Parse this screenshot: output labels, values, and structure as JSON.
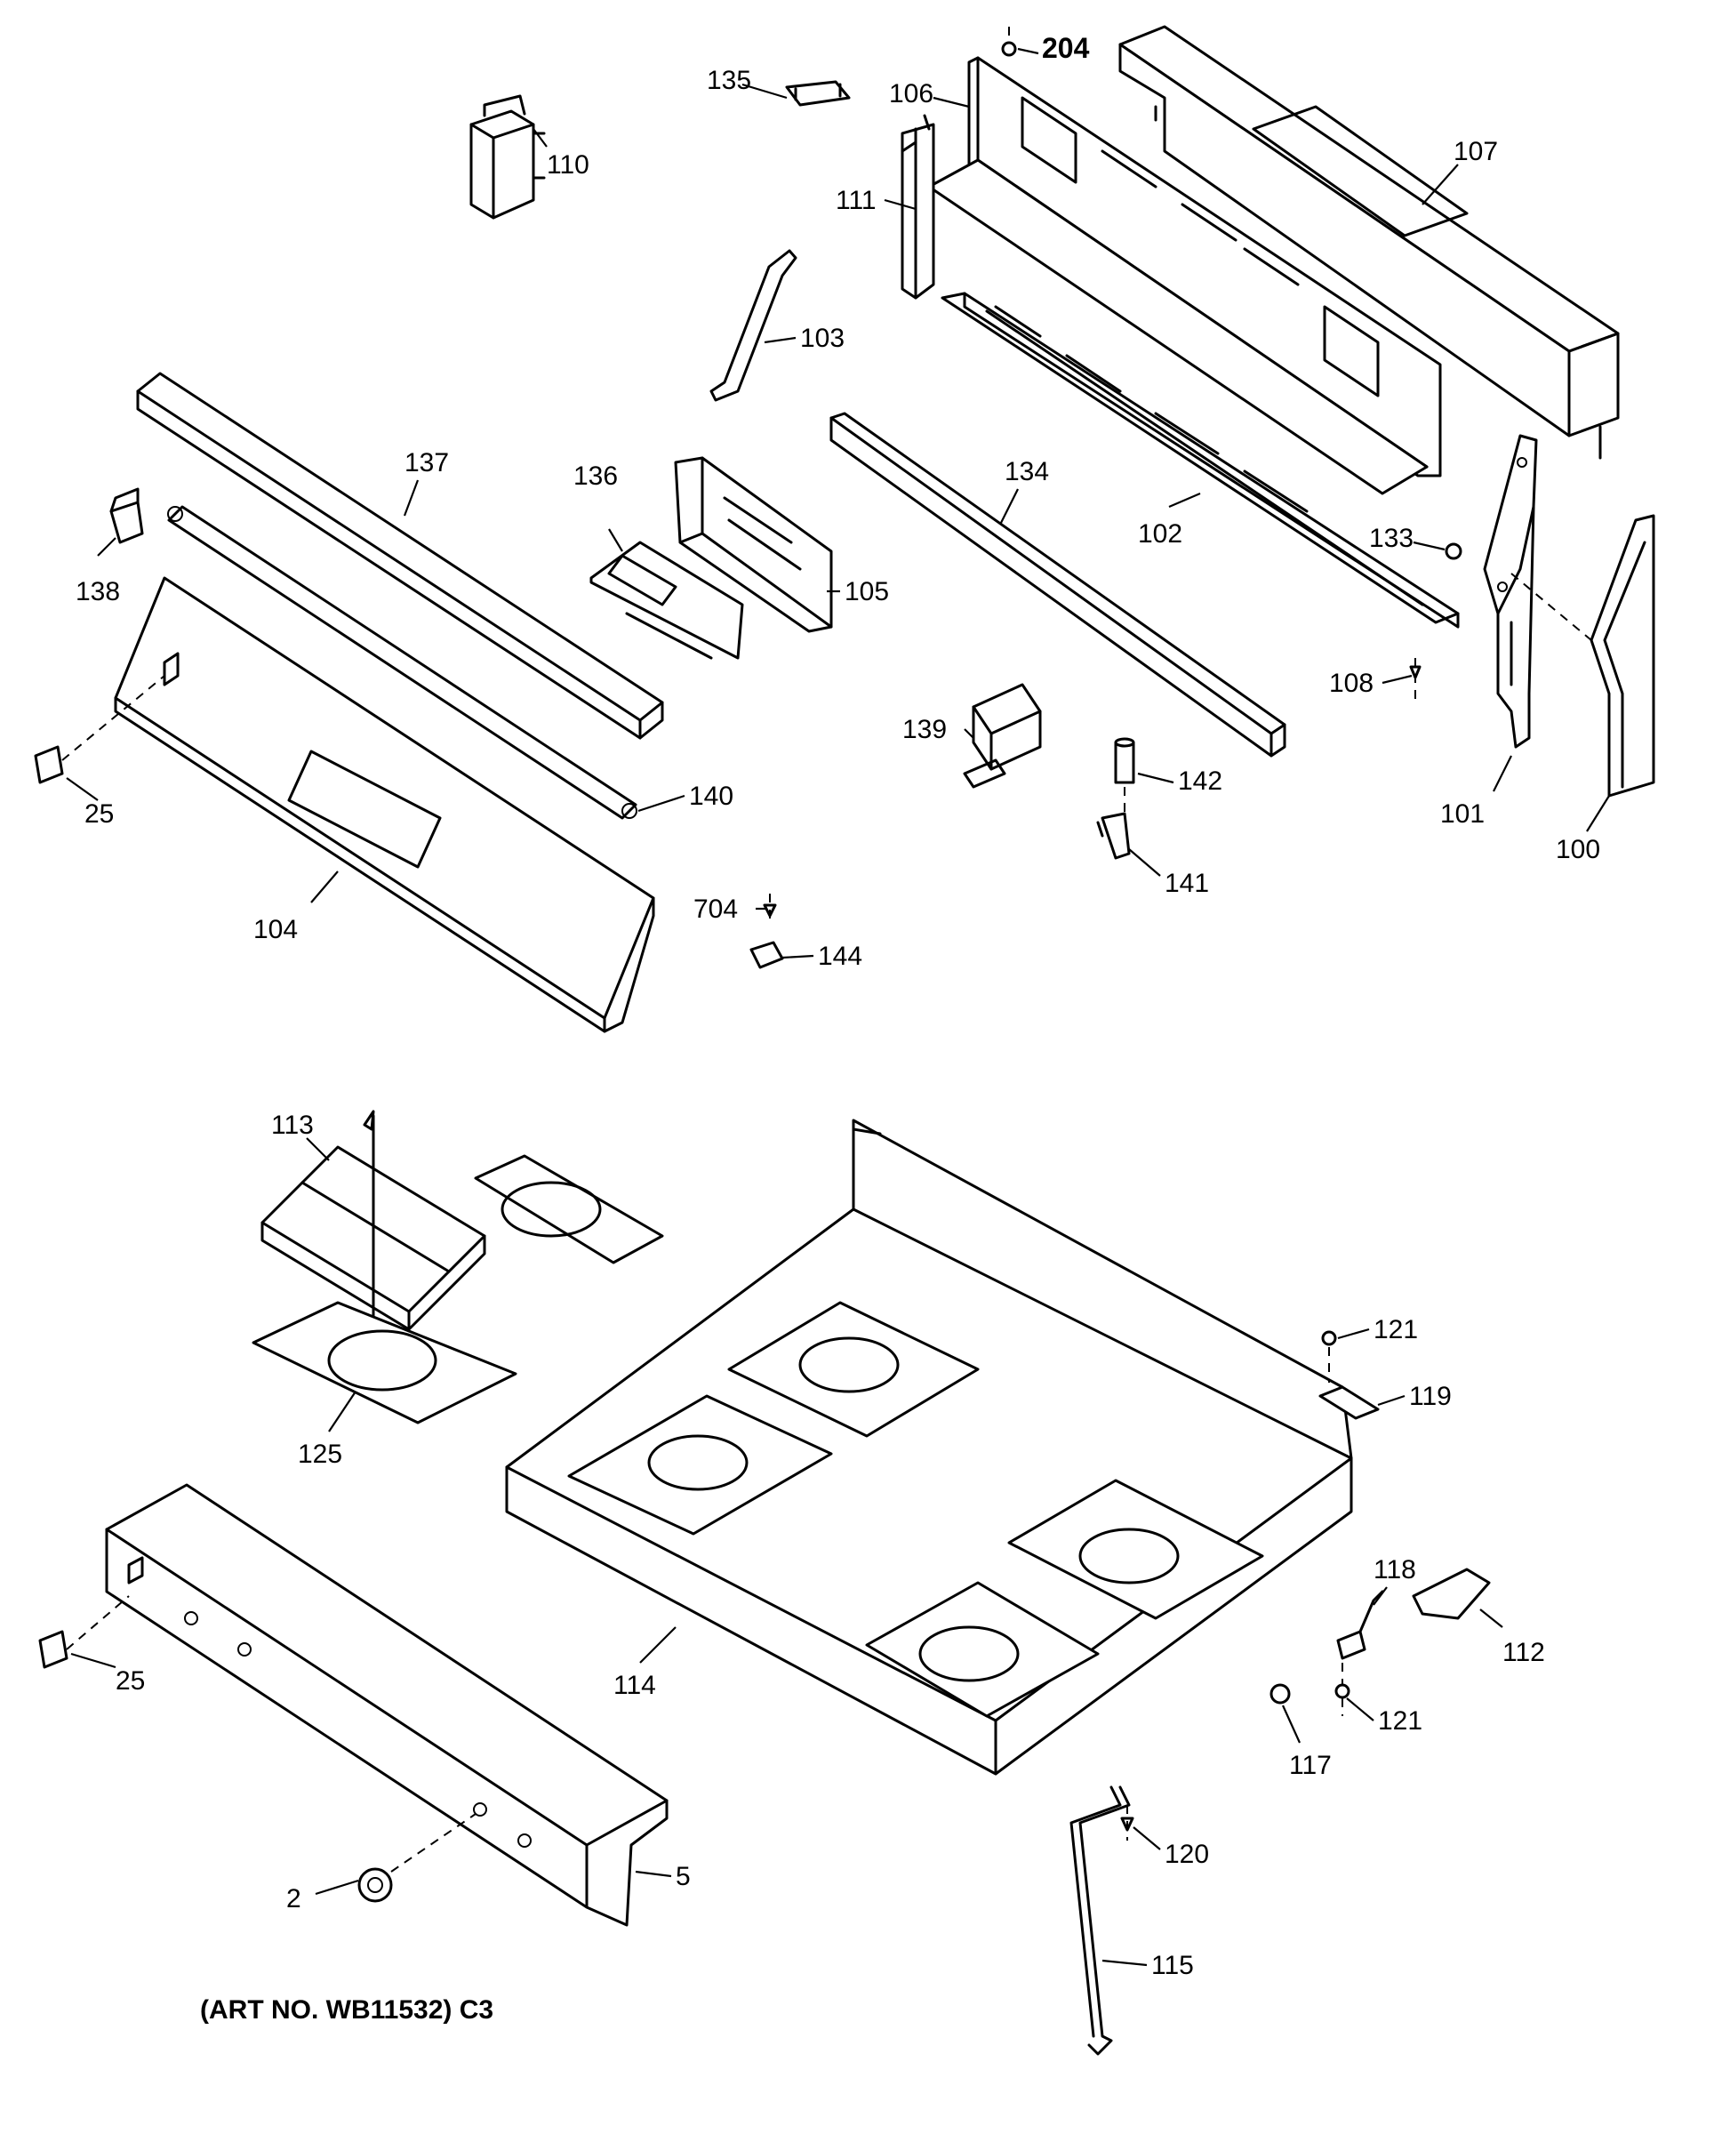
{
  "callouts": {
    "c204": "204",
    "c135": "135",
    "c106": "106",
    "c107": "107",
    "c110": "110",
    "c111": "111",
    "c103": "103",
    "c137": "137",
    "c136": "136",
    "c134": "134",
    "c102": "102",
    "c133": "133",
    "c138": "138",
    "c105": "105",
    "c108": "108",
    "c139": "139",
    "c142": "142",
    "c101": "101",
    "c100": "100",
    "c25a": "25",
    "c140": "140",
    "c141": "141",
    "c104": "104",
    "c704": "704",
    "c144": "144",
    "c113": "113",
    "c125": "125",
    "c121a": "121",
    "c119": "119",
    "c118": "118",
    "c112": "112",
    "c121b": "121",
    "c114": "114",
    "c117": "117",
    "c25b": "25",
    "c5": "5",
    "c2": "2",
    "c120": "120",
    "c115": "115"
  },
  "caption": "(ART NO. WB11532) C3"
}
